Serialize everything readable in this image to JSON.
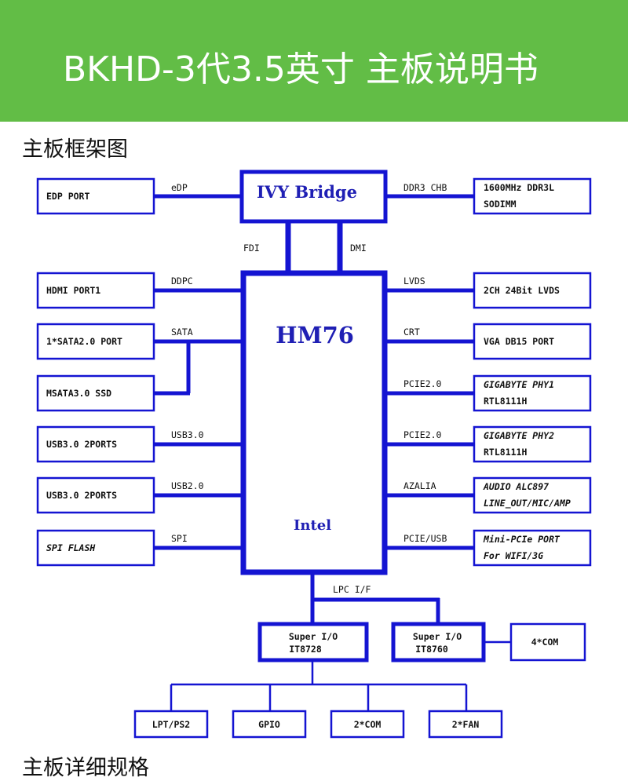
{
  "header": {
    "title": "BKHD-3代3.5英寸 主板说明书"
  },
  "sections": {
    "framework": "主板框架图",
    "specs": "主板详细规格"
  },
  "colors": {
    "banner": "#62bd46",
    "line": "#1414d2",
    "chip_text": "#1f1fb4"
  },
  "chips": {
    "cpu": "IVY Bridge",
    "pch": "HM76",
    "pch_brand": "Intel"
  },
  "buses": {
    "fdi": "FDI",
    "dmi": "DMI",
    "lpc": "LPC I/F",
    "edp": "eDP",
    "ddpc": "DDPC",
    "sata": "SATA",
    "usb3": "USB3.0",
    "usb2": "USB2.0",
    "spi": "SPI",
    "ddr3": "DDR3 CHB",
    "lvds": "LVDS",
    "crt": "CRT",
    "pcie1": "PCIE2.0",
    "pcie2": "PCIE2.0",
    "azalia": "AZALIA",
    "pcieusb": "PCIE/USB"
  },
  "left_boxes": {
    "edp_port": "EDP PORT",
    "hdmi_port": "HDMI PORT1",
    "sata_port": "1*SATA2.0 PORT",
    "msata": "MSATA3.0 SSD",
    "usb3_ports": "USB3.0 2PORTS",
    "usb2_ports": "USB3.0 2PORTS",
    "spi_flash": "SPI FLASH"
  },
  "right_boxes": {
    "ddr_l1": "1600MHz DDR3L",
    "ddr_l2": "SODIMM",
    "lvds": "2CH 24Bit LVDS",
    "vga": "VGA DB15 PORT",
    "phy1_l1": "GIGABYTE PHY1",
    "phy1_l2": "RTL8111H",
    "phy2_l1": "GIGABYTE PHY2",
    "phy2_l2": "RTL8111H",
    "audio_l1": "AUDIO ALC897",
    "audio_l2": "LINE_OUT/MIC/AMP",
    "mpcie_l1": "Mini-PCIe PORT",
    "mpcie_l2": "For WIFI/3G"
  },
  "superio": {
    "a_l1": "Super I/O",
    "a_l2": "IT8728",
    "b_l1": "Super I/O",
    "b_l2": "IT8760",
    "com4": "4*COM",
    "lpt": "LPT/PS2",
    "gpio": "GPIO",
    "com2": "2*COM",
    "fan": "2*FAN"
  }
}
